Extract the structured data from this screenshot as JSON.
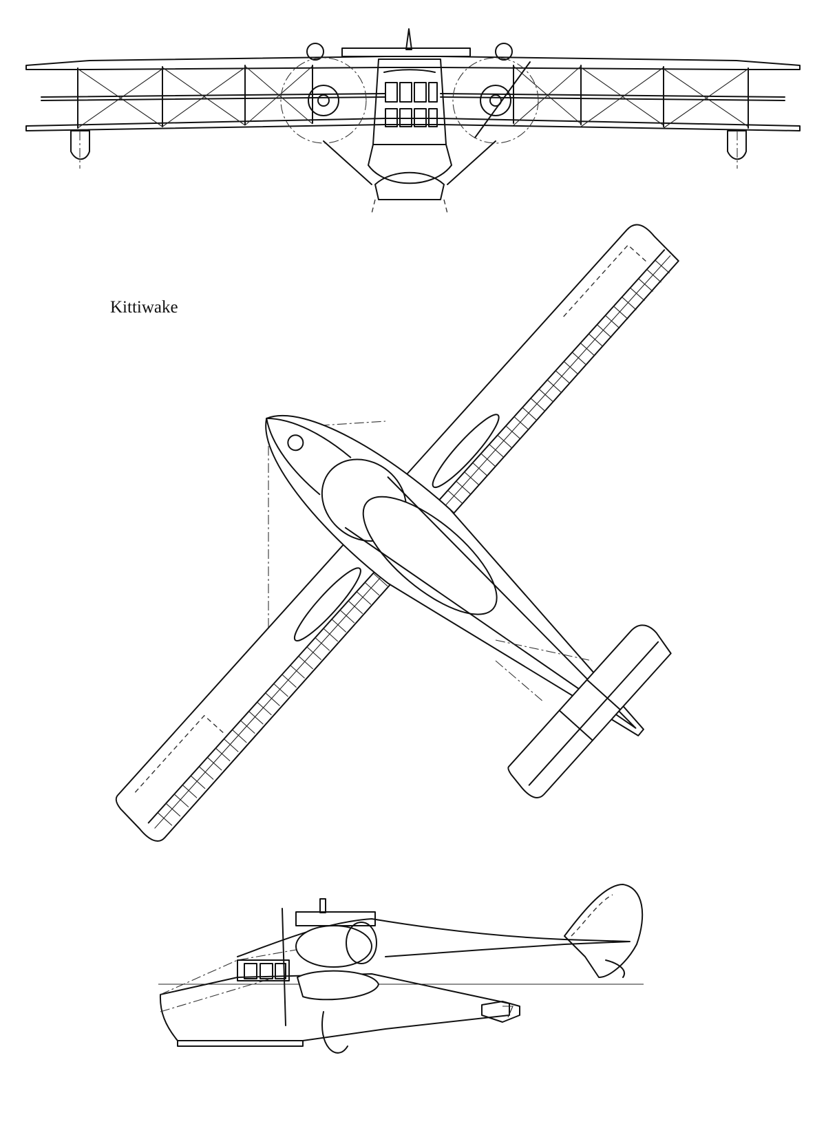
{
  "figure": {
    "caption": "Kittiwake",
    "views": [
      "front-view",
      "plan-view",
      "side-view"
    ],
    "colors": {
      "ink": "#111111",
      "background": "#ffffff"
    }
  }
}
